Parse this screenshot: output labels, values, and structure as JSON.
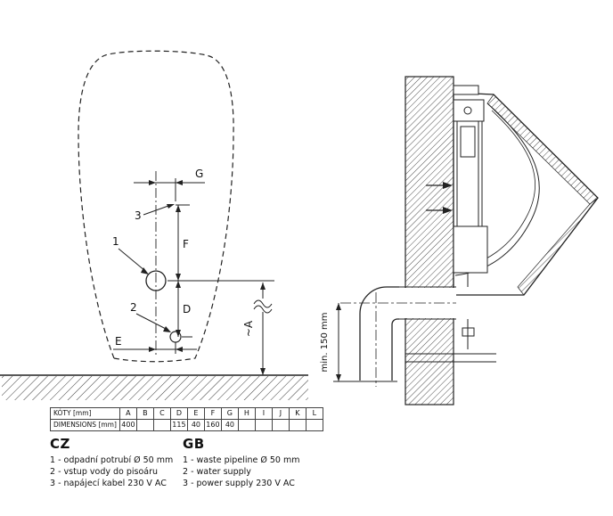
{
  "front_view": {
    "dims": {
      "g": "G",
      "f": "F",
      "d": "D",
      "e": "E",
      "a": "~A"
    },
    "callouts": {
      "c1": "1",
      "c2": "2",
      "c3": "3"
    }
  },
  "section_view": {
    "min_height": "min. 150 mm"
  },
  "table": {
    "header_label": "KÓTY [mm]",
    "dims_label": "DIMENSIONS [mm]",
    "columns": [
      "A",
      "B",
      "C",
      "D",
      "E",
      "F",
      "G",
      "H",
      "I",
      "J",
      "K",
      "L"
    ],
    "values": [
      "400",
      "",
      "",
      "115",
      "40",
      "160",
      "40",
      "",
      "",
      "",
      "",
      ""
    ]
  },
  "legend": {
    "cz_title": "CZ",
    "gb_title": "GB",
    "cz_items": [
      "1 - odpadní potrubí Ø 50 mm",
      "2 - vstup vody do pisoáru",
      "3 - napájecí kabel 230 V AC"
    ],
    "gb_items": [
      "1 - waste pipeline Ø 50 mm",
      "2 - water supply",
      "3 - power supply 230 V AC"
    ]
  }
}
